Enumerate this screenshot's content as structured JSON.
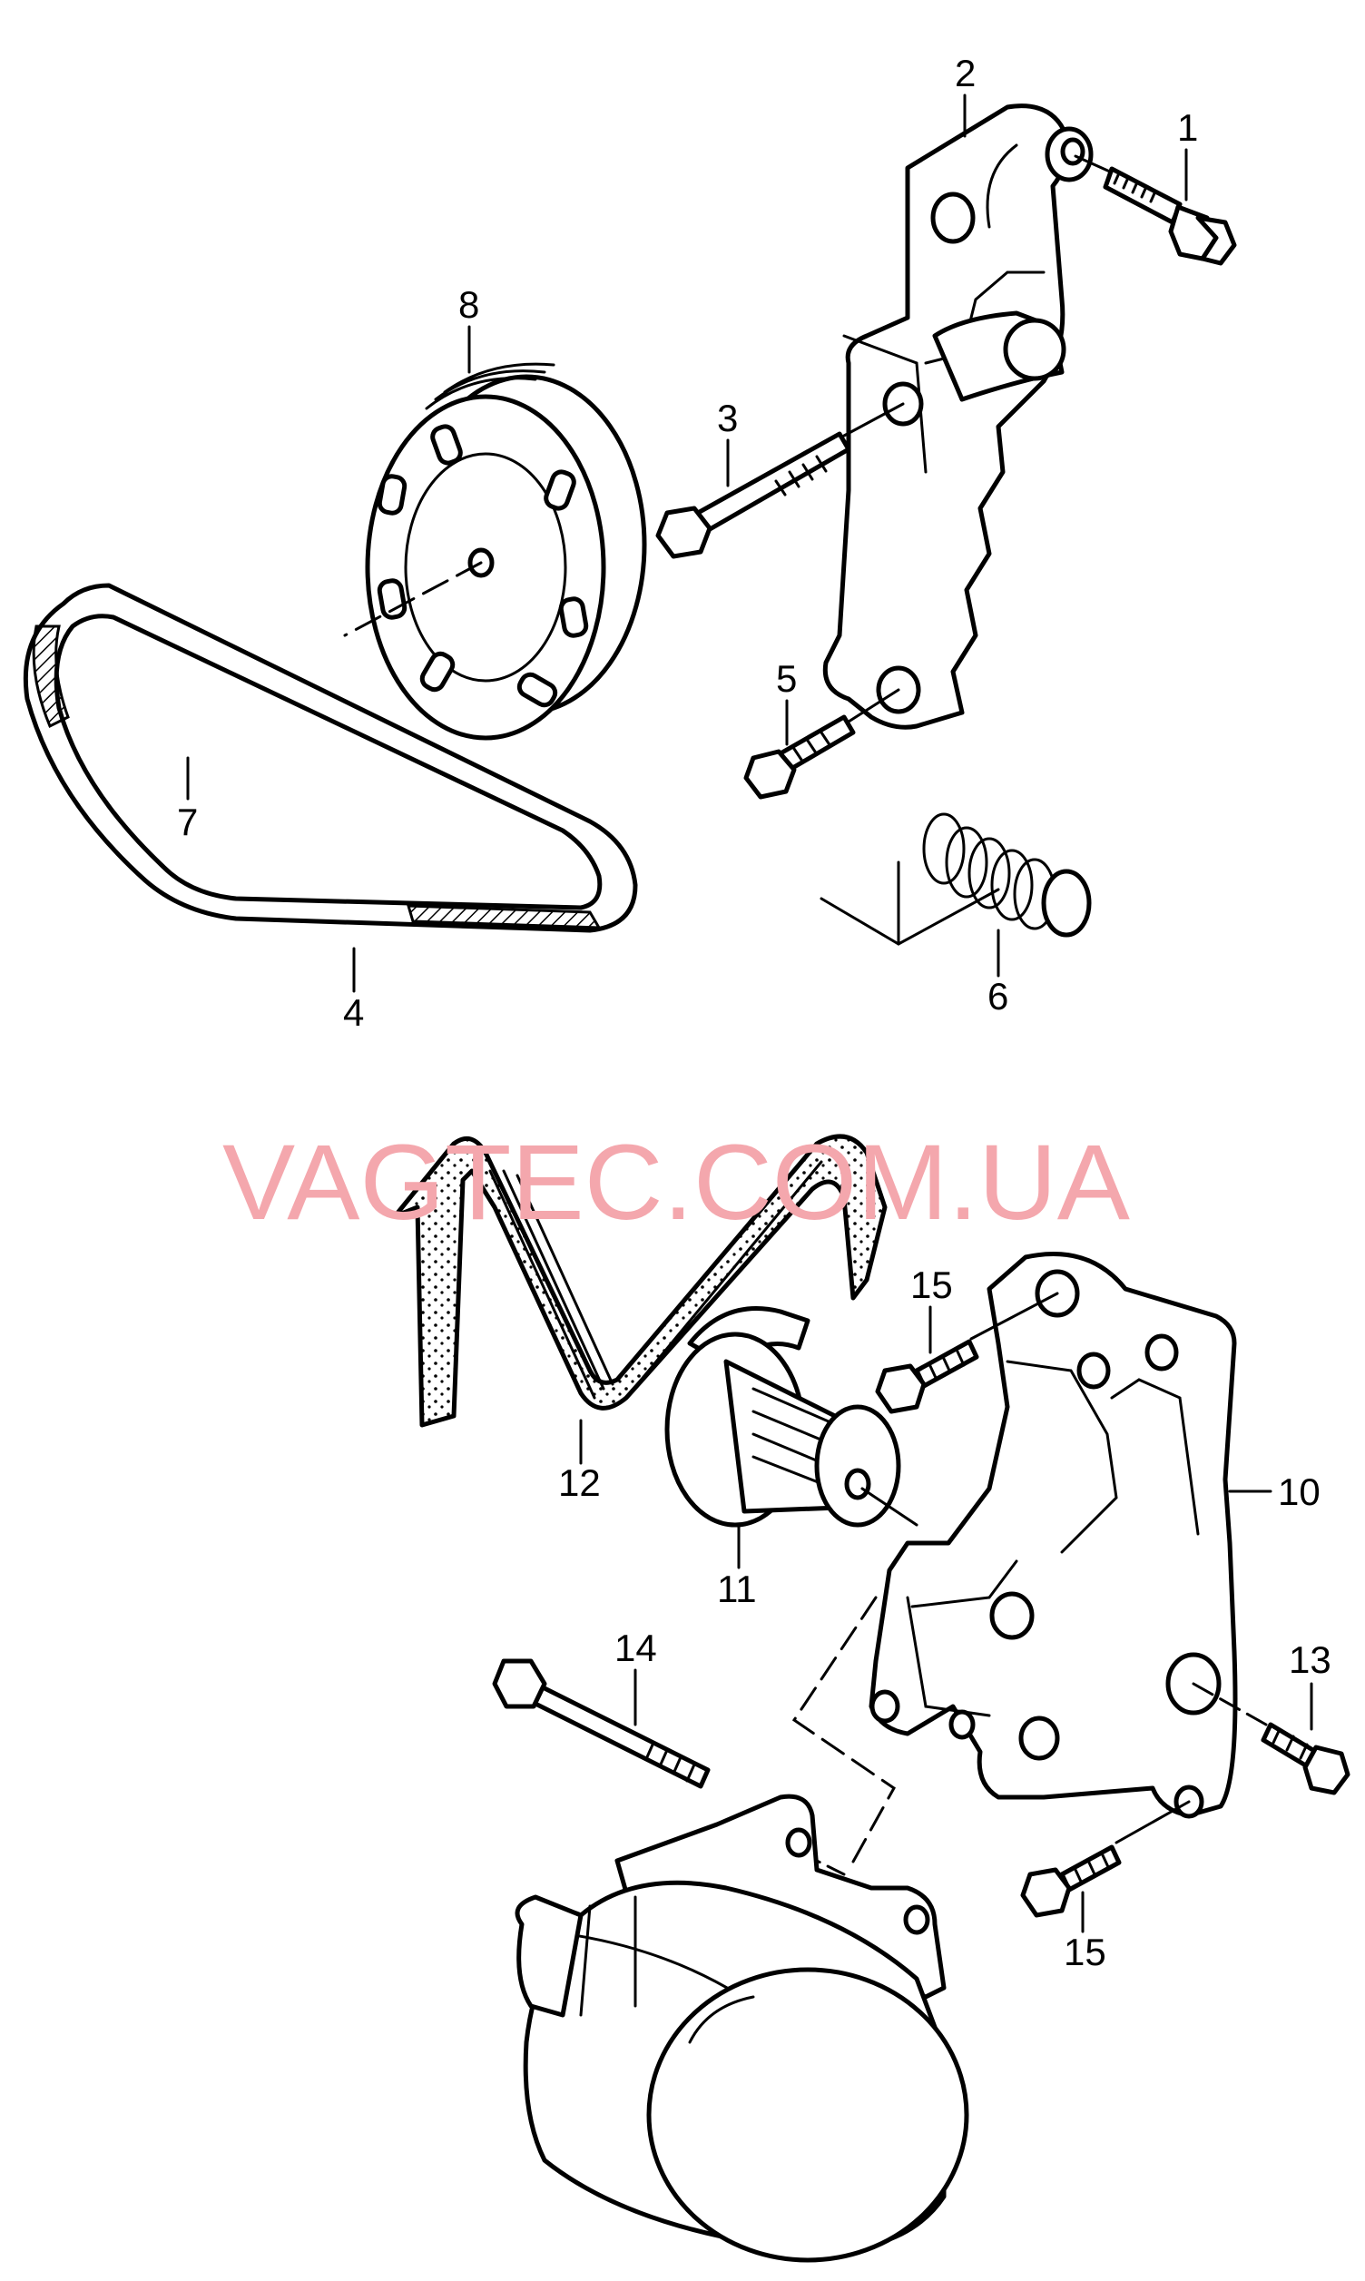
{
  "watermark": "VAGTEC.COM.UA",
  "callouts": {
    "c1": "1",
    "c2": "2",
    "c3": "3",
    "c4": "4",
    "c5": "5",
    "c6": "6",
    "c7": "7",
    "c8": "8",
    "c10": "10",
    "c11": "11",
    "c12": "12",
    "c13": "13",
    "c14": "14",
    "c15a": "15",
    "c15b": "15"
  }
}
